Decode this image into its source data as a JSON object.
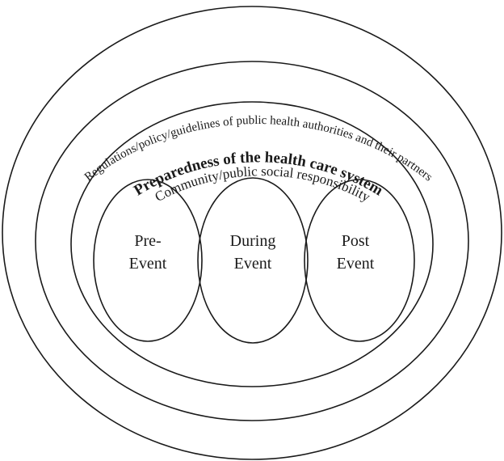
{
  "rings": {
    "outer_label": "Regulations/policy/guidelines of public health authorities and their partners",
    "middle_label": "Preparedness of the health care system",
    "inner_label": "Community/public social responsibility"
  },
  "phases": [
    {
      "line1": "Pre-",
      "line2": "Event"
    },
    {
      "line1": "During",
      "line2": "Event"
    },
    {
      "line1": "Post",
      "line2": "Event"
    }
  ]
}
